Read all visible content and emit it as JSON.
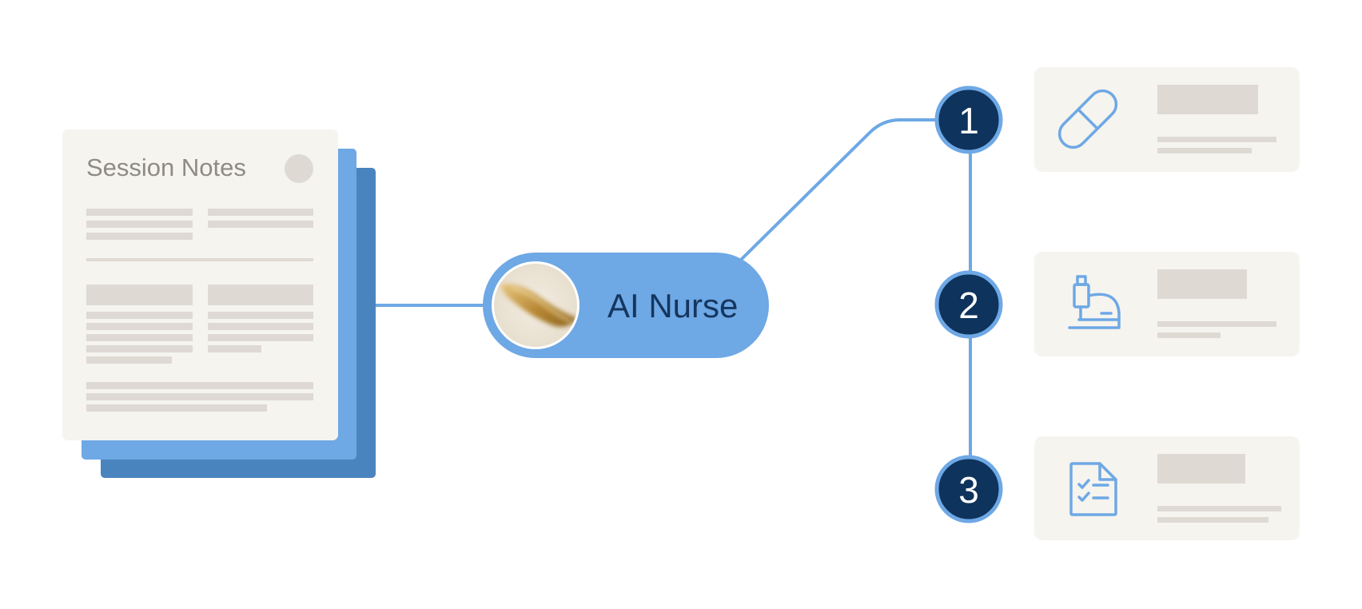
{
  "document": {
    "title": "Session Notes"
  },
  "assistant": {
    "label": "AI Nurse"
  },
  "steps": [
    {
      "number": "1",
      "icon": "pill-capsule-icon"
    },
    {
      "number": "2",
      "icon": "microscope-icon"
    },
    {
      "number": "3",
      "icon": "checklist-document-icon"
    }
  ],
  "colors": {
    "background": "#ffffff",
    "paper": "#f5f4ef",
    "placeholder": "#dedad3",
    "accent_blue": "#6ea8e5",
    "stack_blue_dark": "#4a84bf",
    "step_navy": "#0e335c",
    "label_navy": "#14365f",
    "title_gray": "#8f8b84",
    "orb_gold": "#b3822a"
  }
}
